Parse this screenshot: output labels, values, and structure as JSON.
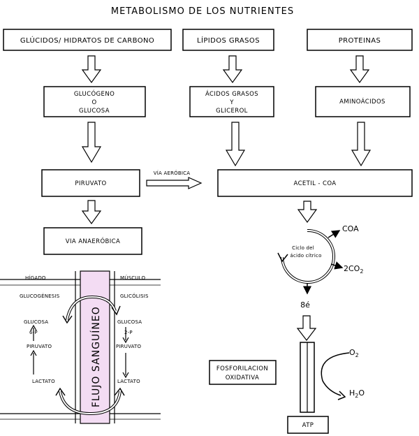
{
  "title": "METABOLISMO DE LOS NUTRIENTES",
  "nutrients": {
    "glucidos": "GLÚCIDOS/ HIDRATOS DE CARBONO",
    "lipidos": "LÍPIDOS GRASOS",
    "proteinas": "PROTEINAS"
  },
  "intermediates": {
    "glucogeno": [
      "GLUCÓGENO",
      "O",
      "GLUCOSA"
    ],
    "acidos_grasos": [
      "ÁCIDOS GRASOS",
      "Y",
      "GLICEROL"
    ],
    "aminoacidos": "AMINOÁCIDOS"
  },
  "piruvato": "PIRUVATO",
  "via_aerobica": "VÍA AERÓBICA",
  "acetil_coa": "ACETIL - COA",
  "via_anaerobica": "VIA ANAERÓBICA",
  "krebs": {
    "cycle_label": [
      "Ciclo del",
      "ácido cítrico"
    ],
    "coa": "COA",
    "co2": "2CO",
    "co2_sub": "2",
    "electrons": "8é"
  },
  "oxidative": {
    "fosforilacion": [
      "FOSFORILACION",
      "OXIDATIVA"
    ],
    "o2": "O",
    "o2_sub": "2",
    "h2o_h": "H",
    "h2o_sub": "2",
    "h2o_o": "O",
    "atp": "ATP"
  },
  "cori": {
    "higado": "HÍGADO",
    "musculo": "MÚSCULO",
    "gluconeogenesis": "GLUCOGÉNESIS",
    "glucolisis": "GLICÓLISIS",
    "glucosa_left": "GLUCOSA",
    "glucosa_left_p": "6-P",
    "glucosa_right": "GLUCOSA",
    "glucosa_right_p": "2-P",
    "piruvato_left": "PIRUVATO",
    "piruvato_right": "PIRUVATO",
    "lactato_left": "LACTATO",
    "lactato_right": "LACTATO",
    "flujo": "FLUJO SANGUÍNEO"
  },
  "colors": {
    "line": "#000000",
    "blood_vessel": "#f3dcf3"
  }
}
